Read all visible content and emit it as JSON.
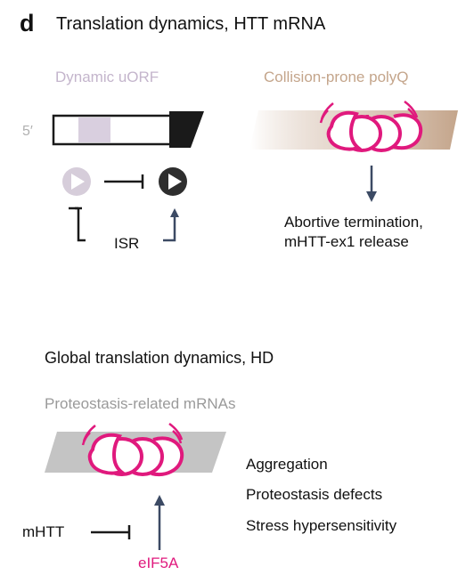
{
  "panel": {
    "letter": "d",
    "title": "Translation dynamics, HTT mRNA"
  },
  "top_left": {
    "header": "Dynamic uORF",
    "five_prime": "5′",
    "isr": "ISR"
  },
  "top_right": {
    "header": "Collision-prone polyQ",
    "outcome_line1": "Abortive termination,",
    "outcome_line2": "mHTT-ex1 release"
  },
  "bottom": {
    "title": "Global translation dynamics, HD",
    "mrna_label": "Proteostasis-related mRNAs",
    "inhibitor": "mHTT",
    "activator": "eIF5A",
    "effects": [
      "Aggregation",
      "Proteostasis defects",
      "Stress hypersensitivity"
    ]
  },
  "colors": {
    "magenta": "#e0197d",
    "lavender": "#c4b5cc",
    "lavender_fill": "#d9cfdf",
    "tan": "#c4a58b",
    "gray": "#bdbdbd",
    "navy": "#3c4a64",
    "dark": "#2b2b2b"
  },
  "icons": [
    "play-icon-light",
    "play-icon-dark",
    "ribosome-icon"
  ]
}
